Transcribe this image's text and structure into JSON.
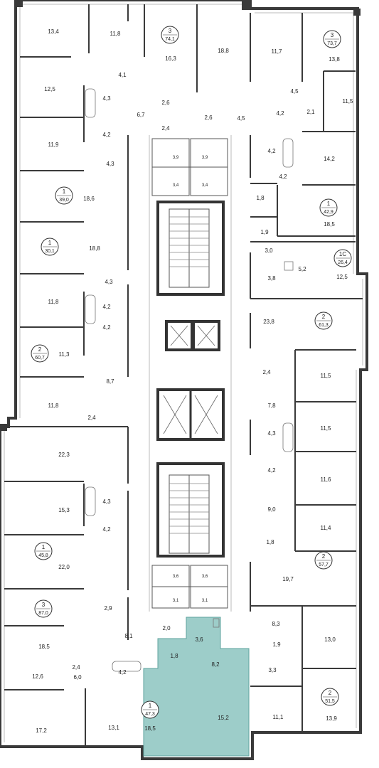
{
  "colors": {
    "highlight": "#9dcdc9",
    "highlight_stroke": "#5fa39e",
    "wall": "#3a3a3a",
    "background": "#ffffff"
  },
  "apartments": [
    {
      "id": "a1",
      "rooms": "3",
      "area": "74,1"
    },
    {
      "id": "a2",
      "rooms": "3",
      "area": "73,7"
    },
    {
      "id": "a3",
      "rooms": "1",
      "area": "39,0"
    },
    {
      "id": "a4",
      "rooms": "1",
      "area": "42,9"
    },
    {
      "id": "a5",
      "rooms": "1",
      "area": "30,1"
    },
    {
      "id": "a6",
      "rooms": "1С",
      "area": "26,4"
    },
    {
      "id": "a7",
      "rooms": "2",
      "area": "61,3"
    },
    {
      "id": "a8",
      "rooms": "2",
      "area": "60,7"
    },
    {
      "id": "a9",
      "rooms": "1",
      "area": "45,8"
    },
    {
      "id": "a10",
      "rooms": "2",
      "area": "57,7"
    },
    {
      "id": "a11",
      "rooms": "3",
      "area": "87,0"
    },
    {
      "id": "a12",
      "rooms": "1",
      "area": "47,3",
      "selected": true
    },
    {
      "id": "a13",
      "rooms": "2",
      "area": "51,5"
    }
  ],
  "room_areas": [
    "13,4",
    "11,8",
    "16,3",
    "18,8",
    "11,7",
    "13,8",
    "4,1",
    "12,5",
    "4,3",
    "4,2",
    "6,7",
    "2,6",
    "2,6",
    "2,4",
    "4,5",
    "4,5",
    "4,2",
    "2,1",
    "11,5",
    "11,9",
    "4,3",
    "3,9",
    "3,9",
    "4,2",
    "14,2",
    "18,6",
    "3,4",
    "3,4",
    "4,2",
    "1,8",
    "18,5",
    "1,9",
    "18,8",
    "3,0",
    "5,2",
    "12,5",
    "4,3",
    "3,8",
    "11,8",
    "4,2",
    "23,8",
    "4,2",
    "11,3",
    "8,7",
    "2,4",
    "11,5",
    "11,8",
    "2,4",
    "7,8",
    "11,5",
    "22,3",
    "4,3",
    "4,2",
    "11,6",
    "15,3",
    "4,3",
    "9,0",
    "4,2",
    "11,4",
    "22,0",
    "1,8",
    "3,6",
    "3,6",
    "19,7",
    "2,9",
    "3,1",
    "3,1",
    "8,3",
    "18,5",
    "8,1",
    "2,0",
    "3,6",
    "1,9",
    "13,0",
    "1,8",
    "8,2",
    "3,3",
    "12,6",
    "2,4",
    "6,0",
    "4,2",
    "17,2",
    "13,1",
    "18,5",
    "15,2",
    "11,1",
    "13,9"
  ]
}
